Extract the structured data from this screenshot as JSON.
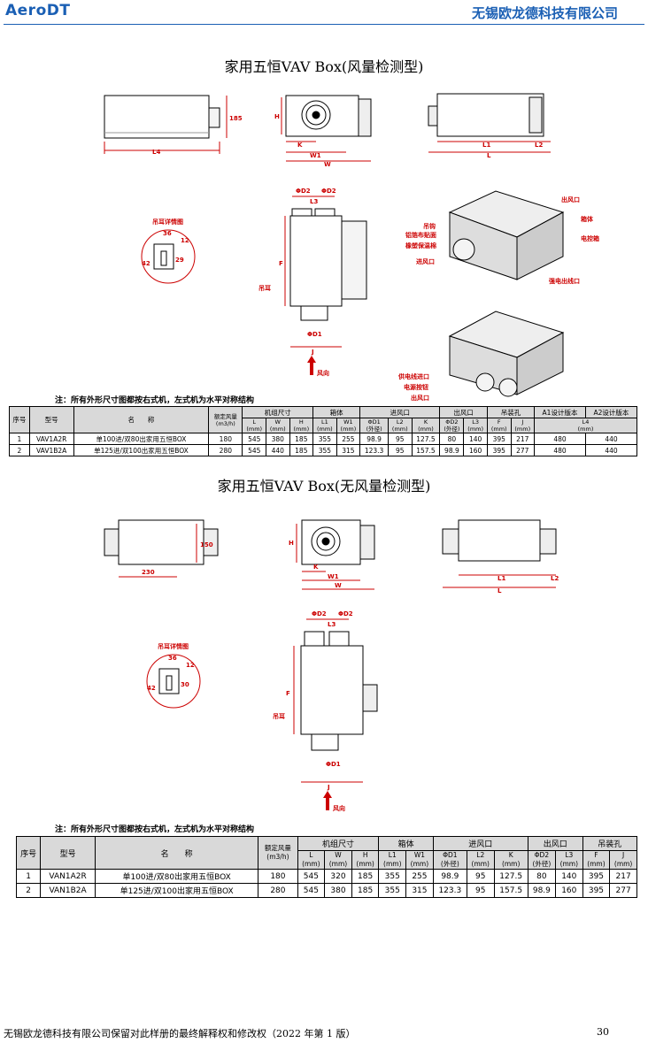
{
  "header": {
    "brand": "AeroDT",
    "company": "无锡欧龙德科技有限公司"
  },
  "section1": {
    "title": "家用五恒VAV Box(风量检测型)",
    "dims": {
      "L4": "L4",
      "h185": "185",
      "H": "H",
      "K": "K",
      "W1": "W1",
      "W": "W",
      "L1": "L1",
      "L2": "L2",
      "L": "L",
      "D2": "ΦD2",
      "L3": "L3",
      "D1": "ΦD1",
      "J": "J",
      "F": "F",
      "lug": "吊耳",
      "airflow": "风向",
      "detail_title": "吊耳详情图",
      "d36": "36",
      "d12": "12",
      "d42": "42",
      "d29": "29"
    },
    "callouts": [
      "出风口",
      "箱体",
      "电控箱",
      "强电出线口",
      "吊钩",
      "铝箔布贴面",
      "橡塑保温棉",
      "进风口",
      "供电线进口",
      "电源按钮",
      "出风口"
    ],
    "note": "注：所有外形尺寸图都按右式机，左式机为水平对称结构",
    "table": {
      "h_idx": "序号",
      "h_model": "型号",
      "h_name": "名　　称",
      "h_flow": "额定风量",
      "h_flow_unit": "(m3/h)",
      "h_unit": "机组尺寸",
      "h_box": "箱体",
      "h_in": "进风口",
      "h_out": "出风口",
      "h_hang": "吊装孔",
      "h_a1": "A1设计版本",
      "h_a2": "A2设计版本",
      "sub": [
        "L",
        "W",
        "H",
        "L1",
        "W1",
        "ΦD1",
        "L2",
        "K",
        "ΦD2",
        "L3",
        "F",
        "J",
        "L4"
      ],
      "sub_unit": "(mm)",
      "sub_outer": "(外径)",
      "rows": [
        [
          "1",
          "VAV1A2R",
          "单100进/双80出家用五恒BOX",
          "180",
          "545",
          "380",
          "185",
          "355",
          "255",
          "98.9",
          "95",
          "127.5",
          "80",
          "140",
          "395",
          "217",
          "480",
          "440"
        ],
        [
          "2",
          "VAV1B2A",
          "单125进/双100出家用五恒BOX",
          "280",
          "545",
          "440",
          "185",
          "355",
          "315",
          "123.3",
          "95",
          "157.5",
          "98.9",
          "160",
          "395",
          "277",
          "480",
          "440"
        ]
      ]
    }
  },
  "section2": {
    "title": "家用五恒VAV Box(无风量检测型)",
    "dims": {
      "d230": "230",
      "d150": "150",
      "H": "H",
      "K": "K",
      "W1": "W1",
      "W": "W",
      "L1": "L1",
      "L2": "L2",
      "L": "L",
      "D2": "ΦD2",
      "L3": "L3",
      "D1": "ΦD1",
      "J": "J",
      "F": "F",
      "lug": "吊耳",
      "airflow": "风向",
      "detail_title": "吊耳详情图",
      "d36": "36",
      "d12": "12",
      "d42": "42",
      "d30": "30"
    },
    "note": "注：所有外形尺寸图都按右式机，左式机为水平对称结构",
    "table": {
      "h_idx": "序号",
      "h_model": "型号",
      "h_name": "名　　称",
      "h_flow": "额定风量",
      "h_flow_unit": "(m3/h)",
      "h_unit": "机组尺寸",
      "h_box": "箱体",
      "h_in": "进风口",
      "h_out": "出风口",
      "h_hang": "吊装孔",
      "sub": [
        "L",
        "W",
        "H",
        "L1",
        "W1",
        "ΦD1",
        "L2",
        "K",
        "ΦD2",
        "L3",
        "F",
        "J"
      ],
      "sub_unit": "(mm)",
      "sub_outer": "(外径)",
      "rows": [
        [
          "1",
          "VAN1A2R",
          "单100进/双80出家用五恒BOX",
          "180",
          "545",
          "320",
          "185",
          "355",
          "255",
          "98.9",
          "95",
          "127.5",
          "80",
          "140",
          "395",
          "217"
        ],
        [
          "2",
          "VAN1B2A",
          "单125进/双100出家用五恒BOX",
          "280",
          "545",
          "380",
          "185",
          "355",
          "315",
          "123.3",
          "95",
          "157.5",
          "98.9",
          "160",
          "395",
          "277"
        ]
      ]
    }
  },
  "footer": {
    "text": "无锡欧龙德科技有限公司保留对此样册的最终解释权和修改权（2022 年第 1 版）",
    "page": "30"
  }
}
